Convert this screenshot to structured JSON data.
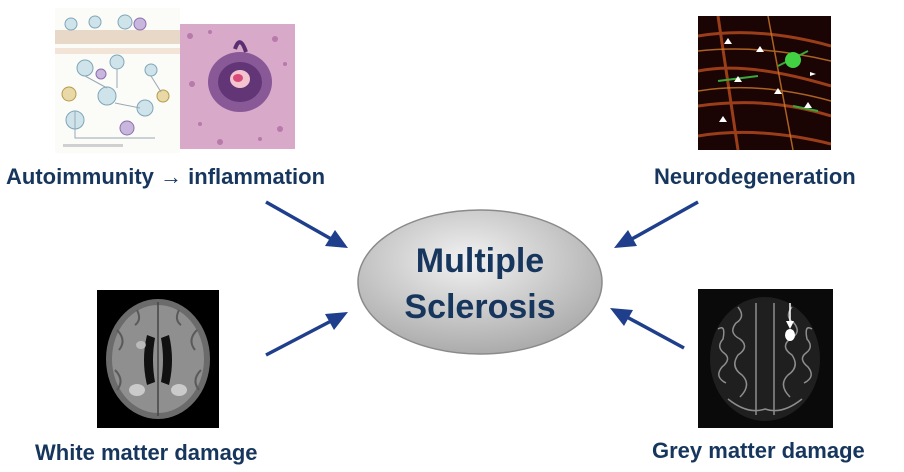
{
  "center": {
    "line1": "Multiple",
    "line2": "Sclerosis"
  },
  "nodes": {
    "autoimmunity": {
      "label_left": "Autoimmunity",
      "arrow_glyph": "→",
      "label_right": "inflammation"
    },
    "neurodegeneration": {
      "label": "Neurodegeneration"
    },
    "white_matter": {
      "label": "White matter damage"
    },
    "grey_matter": {
      "label": "Grey matter damage"
    }
  },
  "colors": {
    "text": "#17365d",
    "arrow": "#1f3f8c",
    "ellipse_light": "#f2f2f2",
    "ellipse_dark": "#a6a6a6"
  },
  "icons": [
    "immune-pathway-diagram-icon",
    "histology-lesion-icon",
    "fluorescent-neurons-icon",
    "brain-mri-flair-icon",
    "brain-mri-cortex-icon"
  ]
}
